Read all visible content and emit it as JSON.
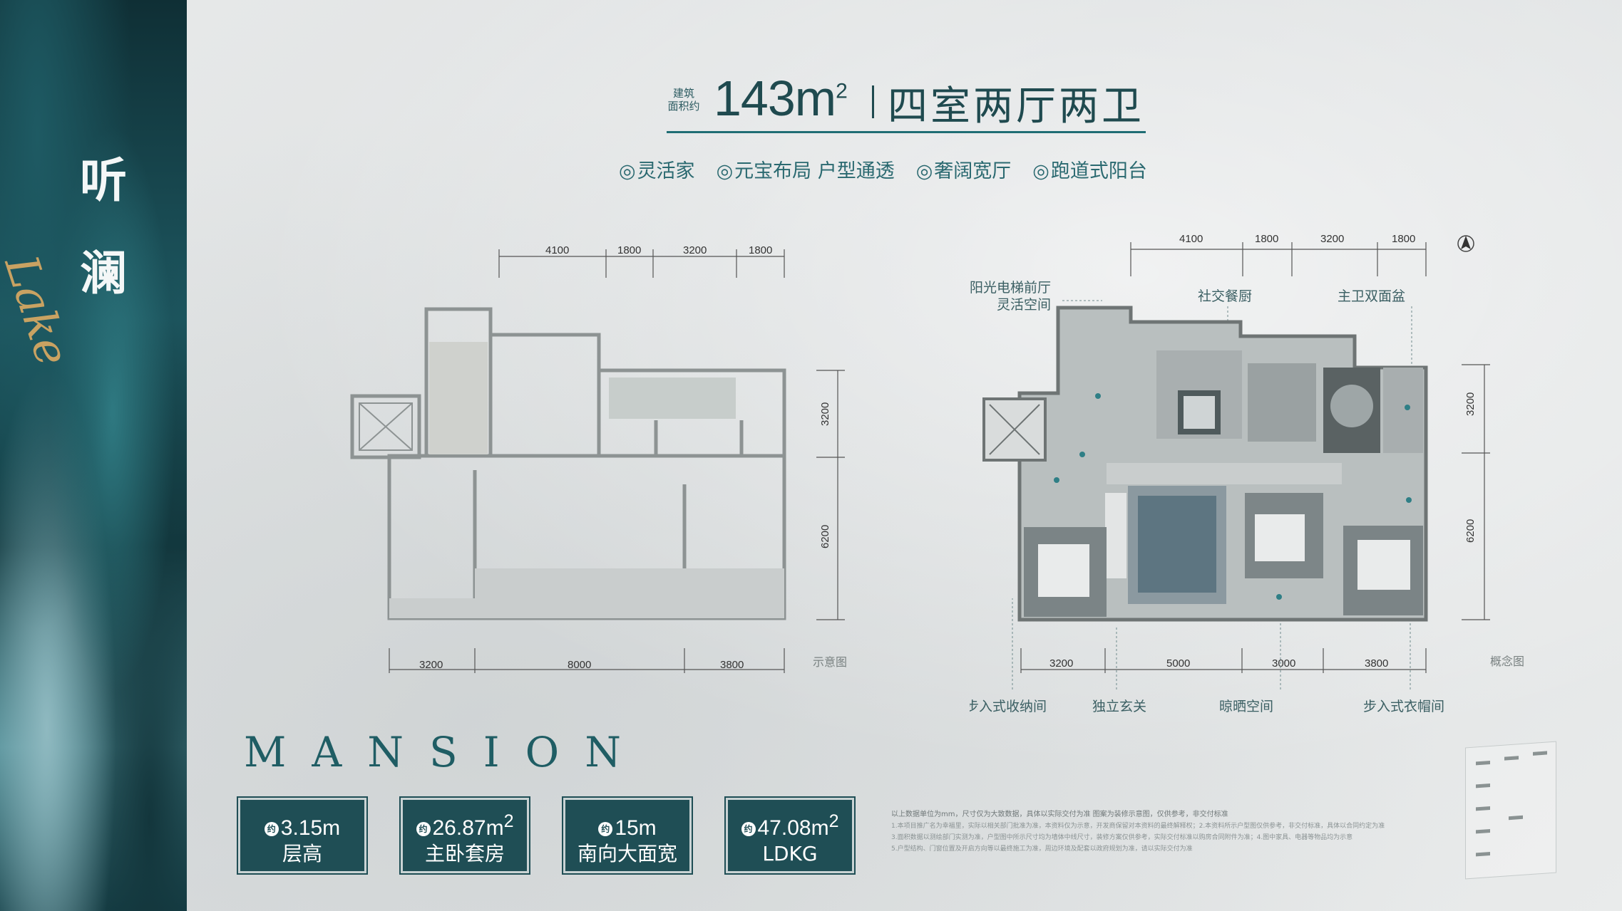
{
  "brand": {
    "title_chars": [
      "听",
      "澜"
    ],
    "lake_script": "Lake"
  },
  "header": {
    "area_label_line1": "建筑",
    "area_label_line2": "面积约",
    "area_value": "143m",
    "area_unit_sup": "2",
    "layout": "四室两厅两卫"
  },
  "features": [
    "灵活家",
    "元宝布局 户型通透",
    "奢阔宽厅",
    "跑道式阳台"
  ],
  "plan_left": {
    "top_dims": [
      "4100",
      "1800",
      "3200",
      "1800"
    ],
    "right_dims": [
      "3200",
      "6200"
    ],
    "bottom_dims": [
      "3200",
      "8000",
      "3800"
    ],
    "caption": "示意图"
  },
  "plan_right": {
    "top_dims": [
      "4100",
      "1800",
      "3200",
      "1800"
    ],
    "right_dims": [
      "3200",
      "6200"
    ],
    "bottom_dims": [
      "3200",
      "5000",
      "3000",
      "3800"
    ],
    "caption": "概念图",
    "callouts_top": [
      "阳光电梯前厅",
      "灵活空间",
      "社交餐厨",
      "主卫双面盆"
    ],
    "callouts_bottom": [
      "步入式收纳间",
      "独立玄关",
      "晾晒空间",
      "步入式衣帽间"
    ]
  },
  "mansion": "MANSION",
  "highlights": [
    {
      "prefix": "约",
      "value": "3.15m",
      "sup": "",
      "label": "层高"
    },
    {
      "prefix": "约",
      "value": "26.87m",
      "sup": "2",
      "label": "主卧套房"
    },
    {
      "prefix": "约",
      "value": "15m",
      "sup": "",
      "label": "南向大面宽"
    },
    {
      "prefix": "约",
      "value": "47.08m",
      "sup": "2",
      "label": "LDKG"
    }
  ],
  "disclaimer": {
    "line1": "以上数据单位为mm，尺寸仅为大致数据，具体以实际交付为准 图案为装修示意图，仅供参考，非交付标准",
    "lines": [
      "1.本项目推广名为幸福里，实际以相关部门批准为准，本资料仅为示意，开发商保留对本资料的最终解释权；2.本资料所示户型图仅供参考，非交付标准，具体以合同约定为准",
      "3.面积数据以测绘部门实测为准，户型图中所示尺寸均为墙体中线尺寸，装修方案仅供参考，实际交付标准以购房合同附件为准；4.图中家具、电器等物品均为示意",
      "5.户型结构、门窗位置及开启方向等以最终施工为准，周边环境及配套以政府规划为准，请以实际交付为准"
    ]
  },
  "colors": {
    "accent": "#1f4a4f",
    "card_bg": "#1f4e55",
    "sea_dark": "#12393f"
  }
}
